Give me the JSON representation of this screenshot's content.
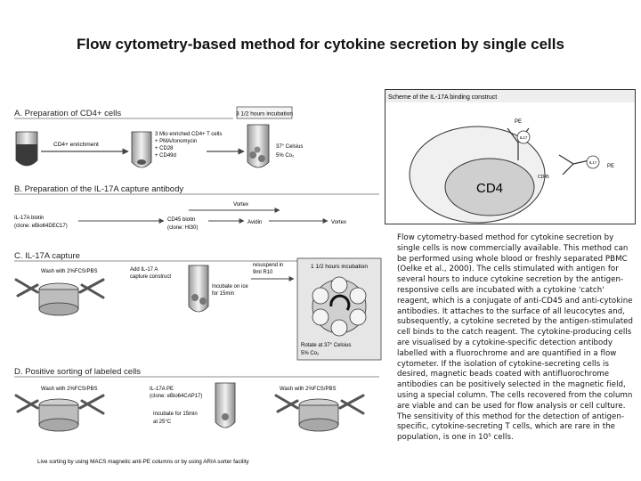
{
  "title": "Flow cytometry-based method for cytokine secretion by single cells",
  "protocol": {
    "a": {
      "heading": "A. Preparation of CD4+ cells",
      "incubation": "3 1/2 hours incubation",
      "enrichment": "CD4+ enrichment",
      "cells_line1": "3 Mio enriched CD4+ T cells",
      "cells_line2": "+ PMA/Ionomycin",
      "cells_line3": "+ CD28",
      "cells_line4": "+ CD49d",
      "condition_line1": "37° Celsius",
      "condition_line2": "5% Co₂"
    },
    "b": {
      "heading": "B. Preparation of the IL-17A capture antibody",
      "vortex_top": "Vortex",
      "biotin_line1": "IL-17A biotin",
      "biotin_line2": "(clone: eBio64DEC17)",
      "cd45_line1": "CD45 biotin",
      "cd45_line2": "(clone: HI30)",
      "avidin": "Avidin",
      "vortex_right": "Vortex"
    },
    "c": {
      "heading": "C. IL-17A capture",
      "wash": "Wash with 2%FCS/PBS",
      "add_line1": "Add IL-17 A",
      "add_line2": "capture construct",
      "resuspend_line1": "resuspend in",
      "resuspend_line2": "9ml R10",
      "ice_line1": "Incubate on ice",
      "ice_line2": "for 15min",
      "incubation": "1 1/2 hours incubation",
      "rotate_line1": "Rotate at 37° Celsius",
      "rotate_line2": "5% Co₂"
    },
    "d": {
      "heading": "D. Positive sorting of labeled cells",
      "wash_left": "Wash with 2%FCS/PBS",
      "pe_line1": "IL-17A PE",
      "pe_line2": "(clone: eBio64CAP17)",
      "incubate_line1": "Incubate for 15min",
      "incubate_line2": "at 25°C",
      "wash_right": "Wash with 2%FCS/PBS",
      "footer": "Live sorting by using MACS magnetic anti-PE columns or by using ARIA sorter facility"
    }
  },
  "scheme": {
    "title": "Scheme of the IL-17A binding construct",
    "cell_label": "CD4",
    "pe_top": "PE",
    "pe_right": "PE",
    "il17_top": "IL17",
    "il17_right": "IL17",
    "cd45": "CD45"
  },
  "description": "Flow cytometry-based method for cytokine secretion by single cells is now commercially available. This method can be performed using whole blood or freshly separated PBMC (Oelke et al., 2000). The cells stimulated with antigen for several hours to induce cytokine secretion by the antigen-responsive cells are incubated with a cytokine 'catch' reagent, which is a conjugate of anti-CD45 and anti-cytokine antibodies. It attaches to the surface of all leucocytes and, subsequently, a cytokine secreted by the antigen-stimulated cell binds to the catch reagent. The cytokine-producing cells are visualised by a cytokine-specific detection antibody labelled with a fluorochrome and are quantified in a flow cytometer. If the isolation of cytokine-secreting cells is desired, magnetic beads coated with antifluorochrome antibodies can be positively selected in the magnetic field, using a special column. The cells recovered from the column are viable and can be used for flow analysis or cell culture. The sensitivity of this method for the detection of antigen-specific, cytokine-secreting T cells, which are rare in the population, is one in 10⁵ cells."
}
